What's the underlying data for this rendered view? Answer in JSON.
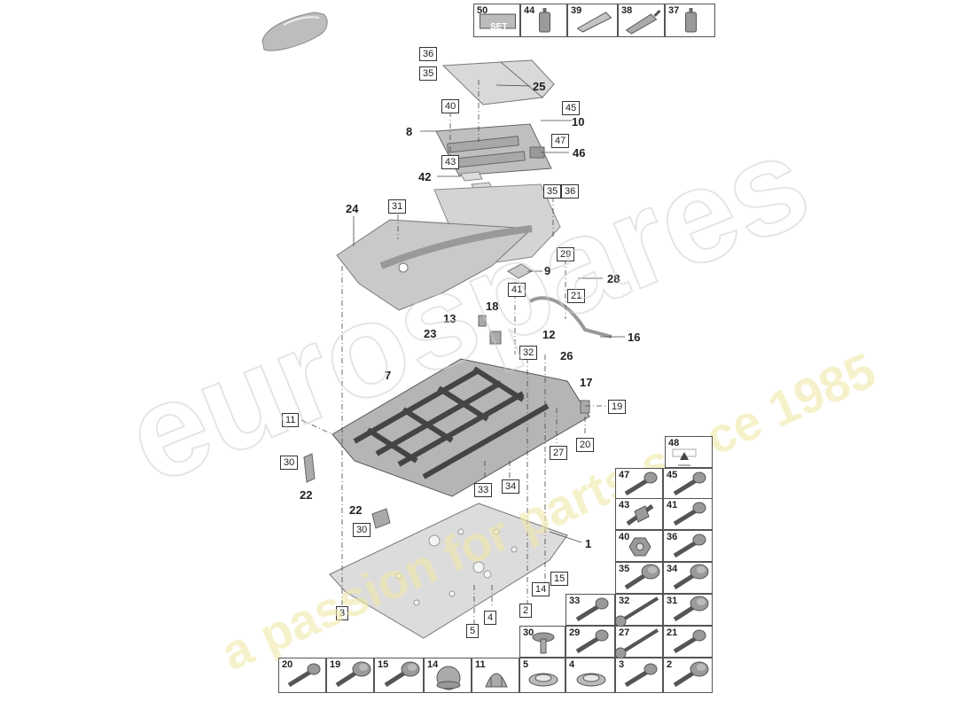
{
  "watermark": {
    "brand": "eurospares",
    "tagline": "a passion for parts since 1985",
    "brand_color": "#e6e6e6",
    "tagline_color": "#f0e9a8"
  },
  "boxed_labels": [
    "36",
    "35",
    "40",
    "43",
    "45",
    "47",
    "31",
    "35",
    "36",
    "29",
    "21",
    "41",
    "32",
    "11",
    "19",
    "30",
    "20",
    "27",
    "33",
    "34",
    "30",
    "15",
    "14",
    "2",
    "3",
    "4",
    "5"
  ],
  "callouts": [
    "25",
    "10",
    "8",
    "46",
    "42",
    "24",
    "9",
    "28",
    "13",
    "18",
    "23",
    "12",
    "16",
    "26",
    "7",
    "17",
    "22",
    "22",
    "1"
  ],
  "top_legend": [
    {
      "num": "50",
      "icon": "set-box-icon",
      "text": "SET"
    },
    {
      "num": "44",
      "icon": "spray-can-icon"
    },
    {
      "num": "39",
      "icon": "tape-strip-icon"
    },
    {
      "num": "38",
      "icon": "tube-icon"
    },
    {
      "num": "37",
      "icon": "spray-can-icon"
    }
  ],
  "legend_48": {
    "num": "48",
    "icon": "warning-label-icon"
  },
  "right_legend": [
    {
      "num": "47",
      "icon": "bolt-icon"
    },
    {
      "num": "45",
      "icon": "bolt-icon"
    },
    {
      "num": "43",
      "icon": "stud-bolt-icon"
    },
    {
      "num": "41",
      "icon": "bolt-icon"
    },
    {
      "num": "40",
      "icon": "nut-icon"
    },
    {
      "num": "36",
      "icon": "bolt-icon"
    },
    {
      "num": "35",
      "icon": "flange-bolt-icon"
    },
    {
      "num": "34",
      "icon": "flange-bolt-icon"
    },
    {
      "num": "33",
      "icon": "bolt-icon"
    },
    {
      "num": "32",
      "icon": "long-bolt-icon"
    },
    {
      "num": "31",
      "icon": "flange-bolt-icon"
    },
    {
      "num": "30",
      "icon": "rivet-icon"
    },
    {
      "num": "29",
      "icon": "bolt-icon"
    },
    {
      "num": "27",
      "icon": "long-screw-icon"
    },
    {
      "num": "21",
      "icon": "bolt-icon"
    }
  ],
  "bottom_legend": [
    {
      "num": "20",
      "icon": "bolt-icon"
    },
    {
      "num": "19",
      "icon": "flange-bolt-icon"
    },
    {
      "num": "15",
      "icon": "flange-bolt-icon"
    },
    {
      "num": "14",
      "icon": "plug-icon"
    },
    {
      "num": "11",
      "icon": "clip-icon"
    },
    {
      "num": "5",
      "icon": "grommet-icon"
    },
    {
      "num": "4",
      "icon": "grommet-icon"
    },
    {
      "num": "3",
      "icon": "bolt-icon"
    },
    {
      "num": "2",
      "icon": "flange-bolt-icon"
    }
  ]
}
